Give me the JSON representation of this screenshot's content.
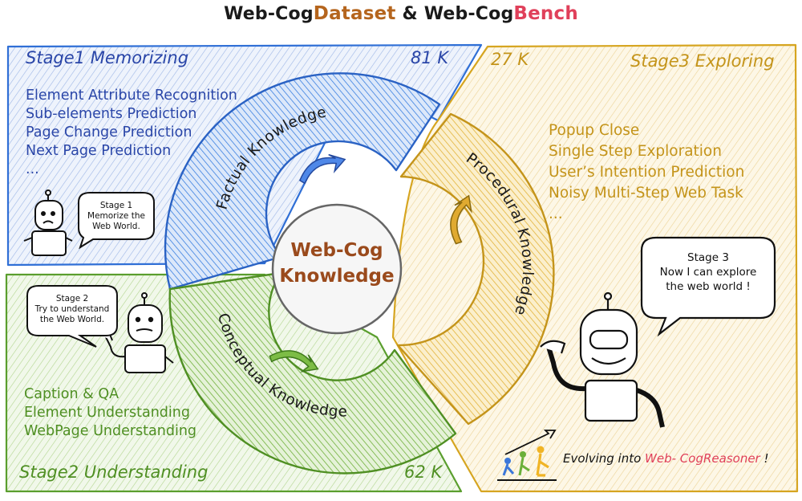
{
  "title": {
    "part1": "Web-Cog",
    "part2": "Dataset",
    "part3": " & Web-Cog",
    "part4": "Bench"
  },
  "center": {
    "line1": "Web-Cog",
    "line2": "Knowledge"
  },
  "sectors": {
    "factual": "Factual Knowledge",
    "conceptual": "Conceptual Knowledge",
    "procedural": "Procedural Knowledge"
  },
  "stage1": {
    "title": "Stage1 Memorizing",
    "count": "81 K",
    "tasks": [
      "Element Attribute Recognition",
      "Sub-elements Prediction",
      "Page Change Prediction",
      "Next Page Prediction",
      "..."
    ],
    "bubble": [
      "Stage 1",
      "Memorize the",
      "Web World."
    ]
  },
  "stage2": {
    "title": "Stage2 Understanding",
    "count": "62 K",
    "tasks": [
      "Caption & QA",
      "Element Understanding",
      "WebPage Understanding"
    ],
    "bubble": [
      "Stage 2",
      "Try to understand",
      "the Web World."
    ]
  },
  "stage3": {
    "title": "Stage3 Exploring",
    "count": "27 K",
    "tasks": [
      "Popup Close",
      "Single Step Exploration",
      "User’s Intention Prediction",
      "Noisy Multi-Step Web Task",
      "..."
    ],
    "bubble": [
      "Stage 3",
      "Now I can explore",
      "the web world !"
    ],
    "evolve_prefix": "Evolving into ",
    "evolve_name": "Web- CogReasoner",
    "evolve_suffix": " !"
  },
  "colors": {
    "blue": "#2f6fd6",
    "blue_text": "#2a46a8",
    "green": "#5a9e2e",
    "green_text": "#4f8f23",
    "gold": "#d6a520",
    "gold_text": "#c4941a",
    "brown": "#9a4a1c"
  }
}
